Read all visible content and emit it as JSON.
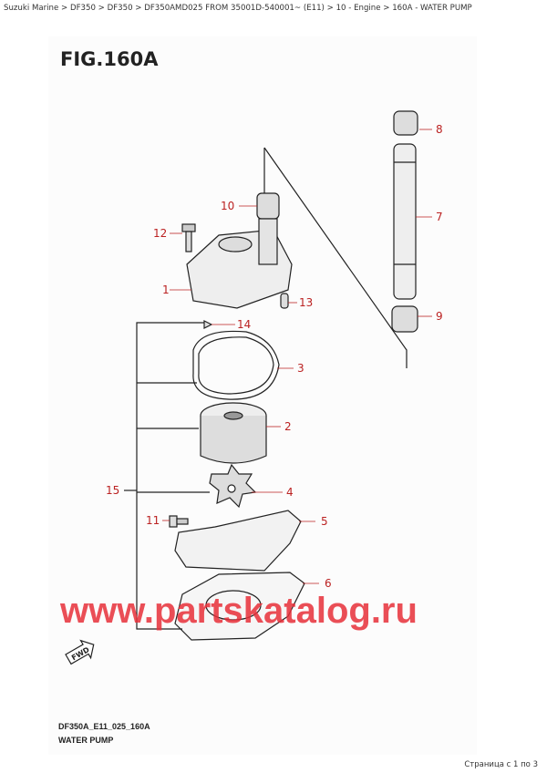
{
  "breadcrumb": "Suzuki Marine > DF350 > DF350 > DF350AMD025 FROM 35001D-540001~ (E11) > 10 - Engine > 160A - WATER PUMP",
  "figure": {
    "title": "FIG.160A",
    "code": "DF350A_E11_025_160A",
    "name": "WATER PUMP",
    "fwd": "FWD"
  },
  "callouts": [
    "1",
    "2",
    "3",
    "4",
    "5",
    "6",
    "7",
    "8",
    "9",
    "10",
    "11",
    "12",
    "13",
    "14",
    "15"
  ],
  "watermark": "www.partskatalog.ru",
  "pagination": "Страница с 1 по 3",
  "colors": {
    "callout": "#b22222",
    "watermark": "#e8303a"
  }
}
